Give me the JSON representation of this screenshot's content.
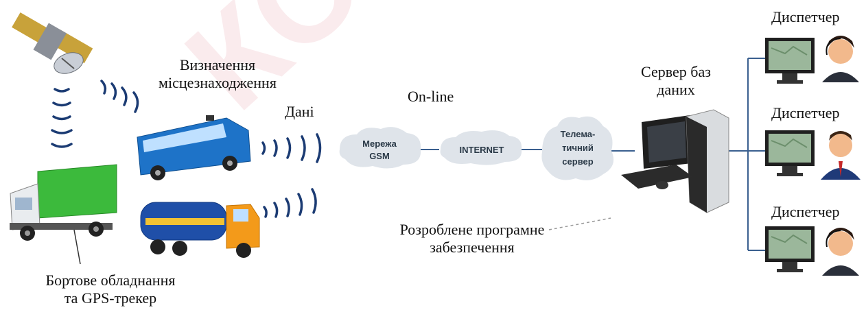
{
  "labels": {
    "location": [
      "Визначення",
      "місцезнаходження"
    ],
    "data": "Дані",
    "online": "On-line",
    "server": [
      "Сервер баз",
      "даних"
    ],
    "software": [
      "Розроблене програмне",
      "забезпечення"
    ],
    "onboard": [
      "Бортове обладнання",
      "та GPS-трекер"
    ],
    "dispatchers": [
      "Диспетчер",
      "Диспетчер",
      "Диспетчер"
    ]
  },
  "network": {
    "gsm": [
      "Мережа",
      "GSM"
    ],
    "internet": "INTERNET",
    "telematic": [
      "Телема-",
      "тичний",
      "сервер"
    ]
  },
  "watermark": "КОПЗ –",
  "colors": {
    "line": "#3a5f8f",
    "signal": "#1b3b73",
    "cloud": "#dfe4ea",
    "bus": "#1e73c8",
    "truck_box": "#3cba3c",
    "tanker": "#1f4fa8",
    "tanker_cab": "#f39a1a",
    "monitor": "#1f1f1f",
    "headset_person_skin": "#f2b98c",
    "suit": "#2a2f3a"
  }
}
